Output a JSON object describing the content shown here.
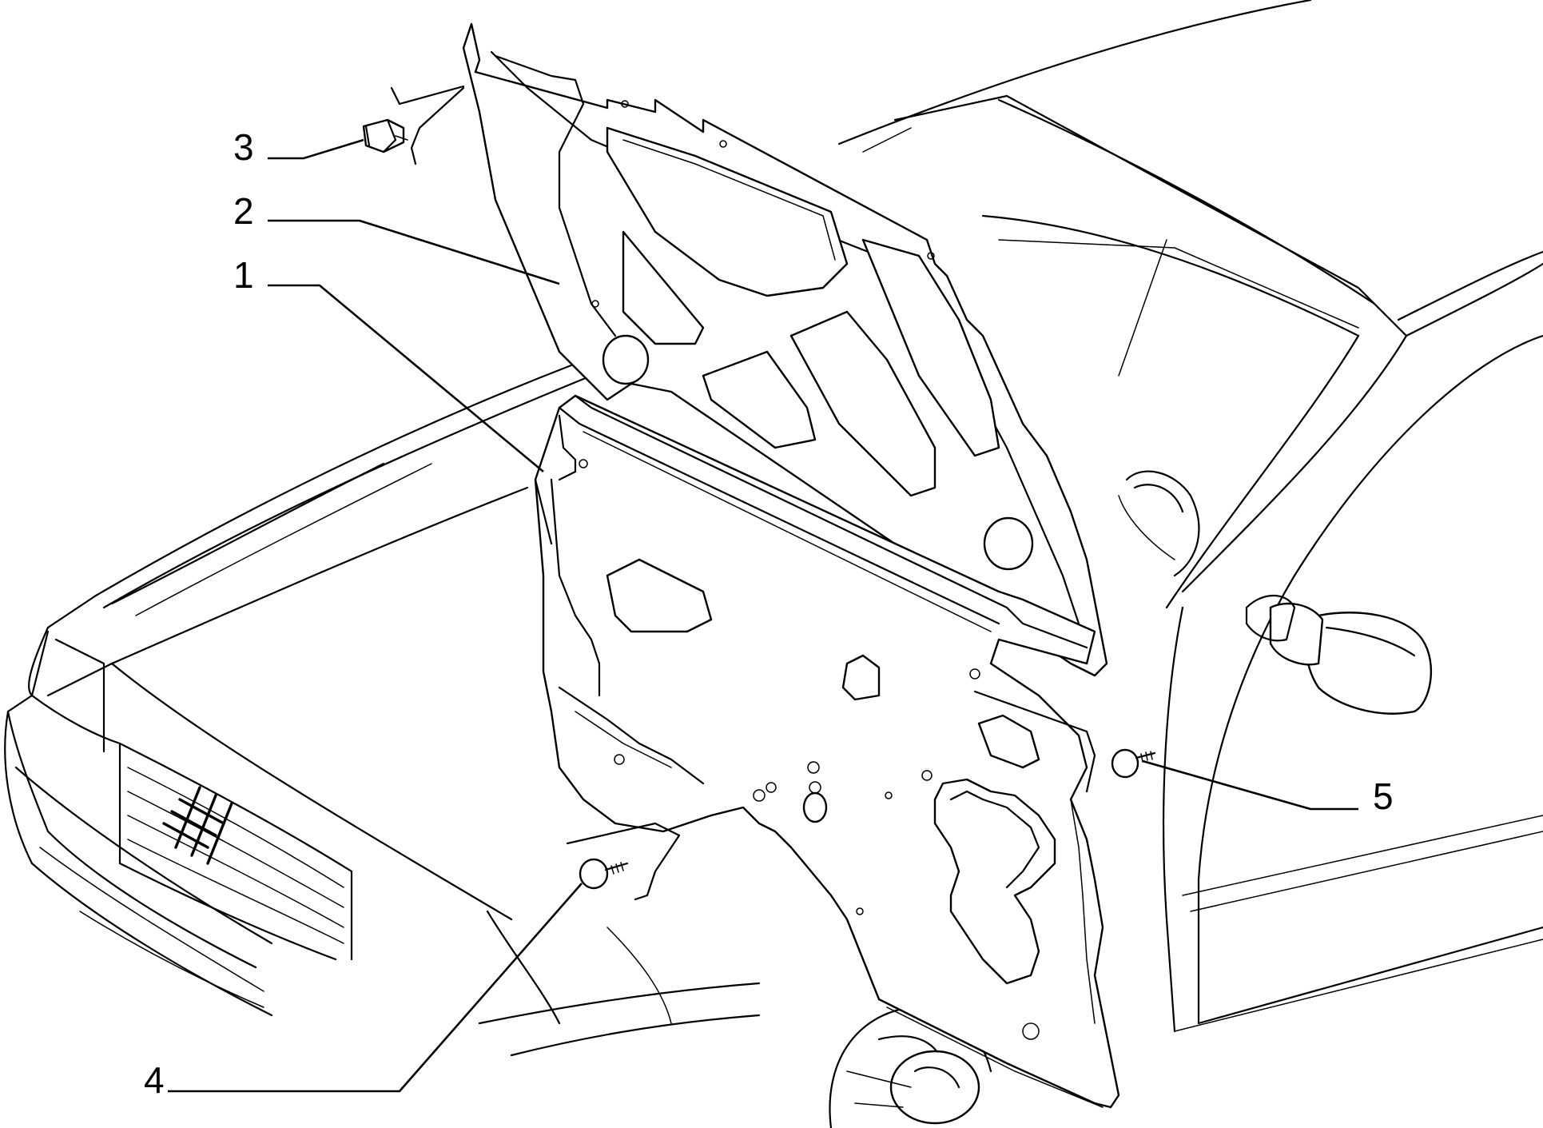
{
  "callouts": [
    {
      "id": "1",
      "label": "1",
      "part": "hood-insulation-panel"
    },
    {
      "id": "2",
      "label": "2",
      "part": "hood-inner-frame"
    },
    {
      "id": "3",
      "label": "3",
      "part": "hood-bumper-clip"
    },
    {
      "id": "4",
      "label": "4",
      "part": "fastener-clip-left"
    },
    {
      "id": "5",
      "label": "5",
      "part": "fastener-clip-right"
    }
  ],
  "colors": {
    "line": "#000000",
    "background": "#ffffff"
  }
}
